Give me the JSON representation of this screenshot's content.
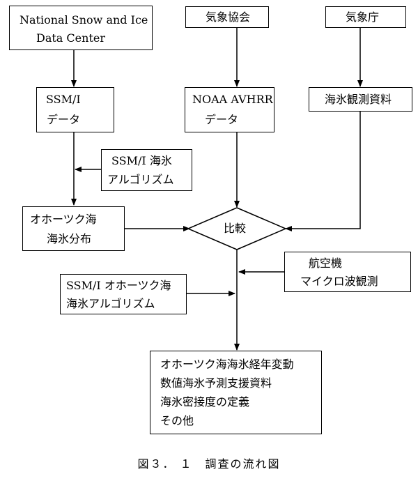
{
  "nodes": {
    "nsidc": {
      "lines": [
        "National Snow and Ice",
        "Data Center"
      ]
    },
    "kishou_kyoukai": {
      "lines": [
        "気象協会"
      ]
    },
    "kishouchou": {
      "lines": [
        "気象庁"
      ]
    },
    "ssmi_data": {
      "lines": [
        "SSM/I",
        "データ"
      ]
    },
    "noaa_data": {
      "lines": [
        "NOAA AVHRR",
        "データ"
      ]
    },
    "sea_ice_obs": {
      "lines": [
        "海氷観測資料"
      ]
    },
    "ssmi_algorithm": {
      "lines": [
        "SSM/I 海氷",
        "アルゴリズム"
      ]
    },
    "okhotsk_dist": {
      "lines": [
        "オホーツク海",
        "海氷分布"
      ]
    },
    "compare": {
      "lines": [
        "比較"
      ]
    },
    "aircraft": {
      "lines": [
        "航空機",
        "マイクロ波観測"
      ]
    },
    "okhotsk_algorithm": {
      "lines": [
        "SSM/I オホーツク海",
        "海氷アルゴリズム"
      ]
    },
    "results": {
      "lines": [
        "オホーツク海海氷経年変動",
        "数値海氷予測支援資料",
        "海氷密接度の定義",
        "その他"
      ]
    }
  },
  "caption": "図３． １　調査の流れ図"
}
